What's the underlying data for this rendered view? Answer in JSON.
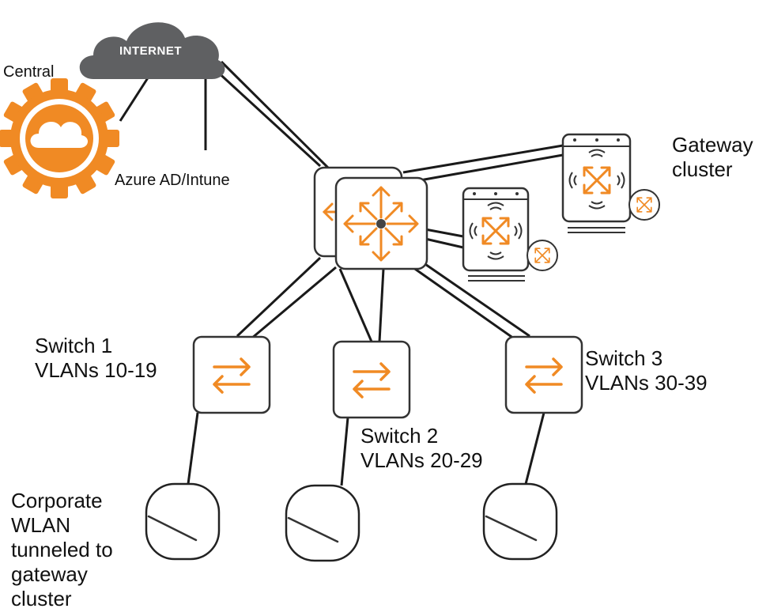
{
  "internet": {
    "label": "INTERNET"
  },
  "central": {
    "label": "Central"
  },
  "azure": {
    "label": "Azure AD/Intune"
  },
  "gateway_cluster": {
    "line1": "Gateway",
    "line2": "cluster"
  },
  "switches": [
    {
      "name": "Switch 1",
      "vlans": "VLANs 10-19"
    },
    {
      "name": "Switch 2",
      "vlans": "VLANs 20-29"
    },
    {
      "name": "Switch 3",
      "vlans": "VLANs 30-39"
    }
  ],
  "corporate_wlan": {
    "lines": [
      "Corporate",
      "WLAN",
      "tunneled to",
      "gateway",
      "cluster"
    ]
  },
  "colors": {
    "accent": "#f08a24",
    "cloud": "#5f6062",
    "line": "#1a1a1a",
    "device_border": "#333333"
  },
  "icons": [
    "cloud-icon",
    "central-gear-icon",
    "core-switch-icon",
    "gateway-icon",
    "access-switch-icon",
    "access-point-icon"
  ]
}
